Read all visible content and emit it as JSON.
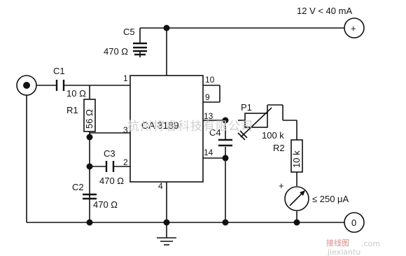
{
  "supply": {
    "label": "12 V < 40 mA",
    "terminal_symbol": "+"
  },
  "ground_terminal": {
    "label": "0"
  },
  "ic": {
    "name": "CA 3189",
    "pins": [
      "1",
      "10",
      "9",
      "13",
      "3",
      "14",
      "2",
      "4"
    ]
  },
  "components": {
    "c1": {
      "ref": "C1",
      "value": "10 Ω"
    },
    "c2": {
      "ref": "C2",
      "value": "470 Ω"
    },
    "c3": {
      "ref": "C3",
      "value": "470 Ω"
    },
    "c4": {
      "ref": "C4"
    },
    "c5": {
      "ref": "C5",
      "value": "470 Ω"
    },
    "r1": {
      "ref": "R1",
      "value": "56 Ω"
    },
    "r2": {
      "ref": "R2",
      "value": "10 k"
    },
    "p1": {
      "ref": "P1",
      "value": "100 k"
    },
    "meter": {
      "polarity": "+",
      "label": "≤ 250 μA"
    }
  },
  "watermark": {
    "text": "杭州将睿科技有限公司",
    "site": "jiexiantu",
    "logo": "接线图",
    "domain": ".com"
  }
}
